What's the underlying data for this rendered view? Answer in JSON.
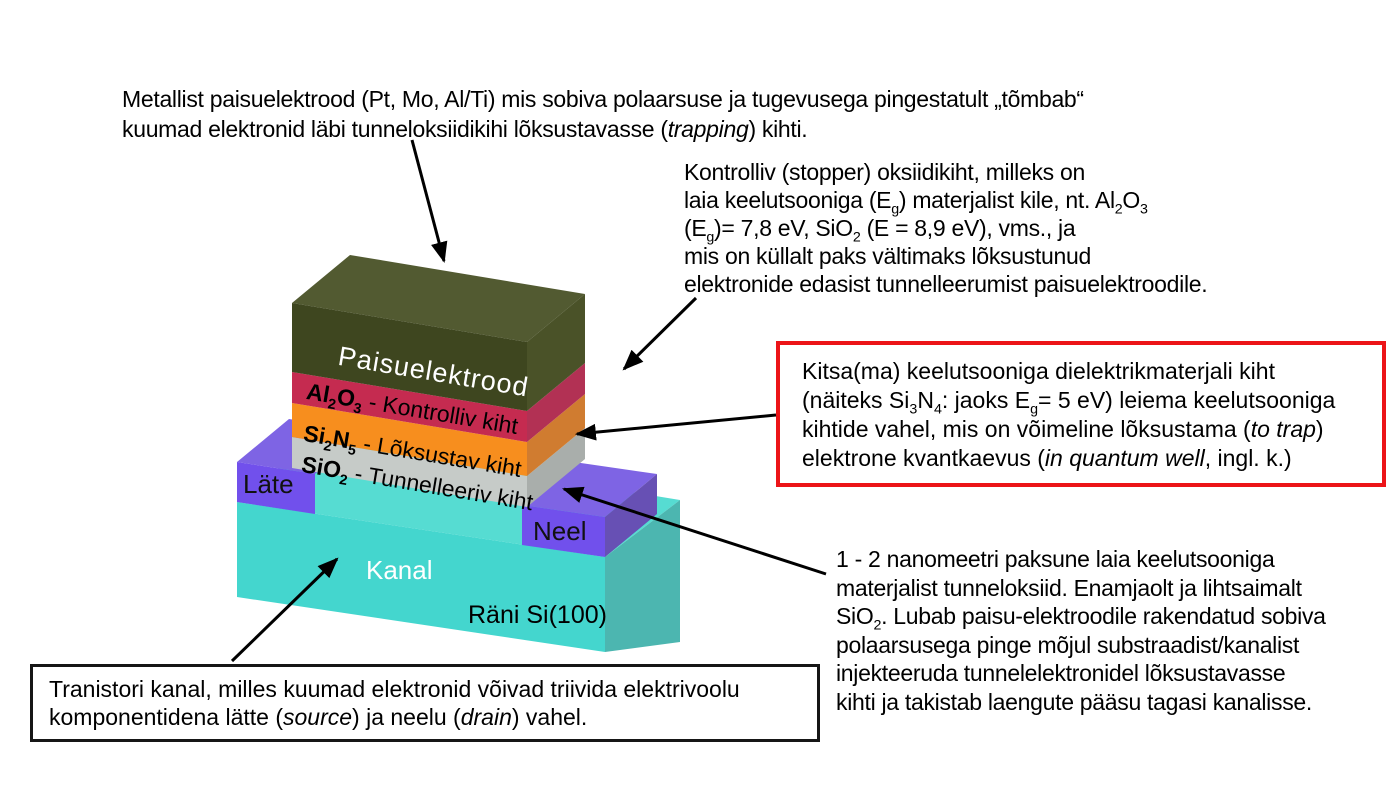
{
  "figure": {
    "notes": {
      "gate": {
        "lines": [
          [
            {
              "t": "Metallist paisuelektrood (Pt, Mo, Al/Ti) mis sobiva polaarsuse ja tugevusega pingestatult  „tõmbab“"
            }
          ],
          [
            {
              "t": "kuumad elektronid läbi tunneloksiidikihi  lõksustavasse ("
            },
            {
              "t": "trapping",
              "i": 1
            },
            {
              "t": ") kihti."
            }
          ]
        ]
      },
      "stopper": {
        "lines": [
          [
            {
              "t": "Kontrolliv (stopper) oksiidikiht, milleks on"
            }
          ],
          [
            {
              "t": "laia keelutsooniga (E"
            },
            {
              "t": "g",
              "s": 1
            },
            {
              "t": ") materjalist kile, nt. Al"
            },
            {
              "t": "2",
              "s": 1
            },
            {
              "t": "O"
            },
            {
              "t": "3",
              "s": 1
            }
          ],
          [
            {
              "t": "(E"
            },
            {
              "t": "g",
              "s": 1
            },
            {
              "t": ")= 7,8 eV, SiO"
            },
            {
              "t": "2",
              "s": 1
            },
            {
              "t": " (E = 8,9 eV), vms., ja"
            }
          ],
          [
            {
              "t": "mis on küllalt paks vältimaks lõksustunud"
            }
          ],
          [
            {
              "t": "elektronide edasist tunnelleerumist paisuelektroodile."
            }
          ]
        ]
      },
      "trap_box": {
        "lines": [
          [
            {
              "t": "Kitsa(ma) keelutsooniga dielektrikmaterjali  kiht"
            }
          ],
          [
            {
              "t": "(näiteks Si"
            },
            {
              "t": "3",
              "s": 1
            },
            {
              "t": "N"
            },
            {
              "t": "4",
              "s": 1
            },
            {
              "t": ":  jaoks E"
            },
            {
              "t": "g",
              "s": 1
            },
            {
              "t": "= 5 eV) leiema keelutsooniga"
            }
          ],
          [
            {
              "t": "kihtide  vahel, mis on võimeline lõksustama ("
            },
            {
              "t": "to trap",
              "i": 1
            },
            {
              "t": ")"
            }
          ],
          [
            {
              "t": "elektrone kvantkaevus ("
            },
            {
              "t": "in quantum well",
              "i": 1
            },
            {
              "t": ", ingl. k.)"
            }
          ]
        ]
      },
      "tunnel": {
        "lines": [
          [
            {
              "t": "1 - 2 nanomeetri paksune laia keelutsooniga"
            }
          ],
          [
            {
              "t": "materjalist tunneloksiid. Enamjaolt ja lihtsaimalt"
            }
          ],
          [
            {
              "t": "SiO"
            },
            {
              "t": "2",
              "s": 1
            },
            {
              "t": ". Lubab paisu-elektroodile  rakendatud sobiva"
            }
          ],
          [
            {
              "t": "polaarsusega  pinge mõjul  substraadist/kanalist"
            }
          ],
          [
            {
              "t": "injekteeruda tunnelelektronidel  lõksustavasse"
            }
          ],
          [
            {
              "t": "kihti  ja takistab laengute pääsu tagasi kanalisse."
            }
          ]
        ]
      },
      "channel_box": {
        "lines": [
          [
            {
              "t": "Tranistori kanal, milles  kuumad  elektronid võivad triivida elektrivoolu"
            }
          ],
          [
            {
              "t": "komponentidena  lätte ("
            },
            {
              "t": "source",
              "i": 1
            },
            {
              "t": ")  ja neelu ("
            },
            {
              "t": "drain",
              "i": 1
            },
            {
              "t": ") vahel."
            }
          ]
        ]
      }
    },
    "device": {
      "labels": {
        "gate": [
          {
            "t": "Paisuelektrood"
          }
        ],
        "control": [
          {
            "t": "Al",
            "b": 1
          },
          {
            "t": "2",
            "b": 1,
            "s": 1
          },
          {
            "t": "O",
            "b": 1
          },
          {
            "t": "3",
            "b": 1,
            "s": 1
          },
          {
            "t": " - Kontrolliv kiht"
          }
        ],
        "trap": [
          {
            "t": "Si",
            "b": 1
          },
          {
            "t": "2",
            "b": 1,
            "s": 1
          },
          {
            "t": "N",
            "b": 1
          },
          {
            "t": "5",
            "b": 1,
            "s": 1
          },
          {
            "t": " - Lõksustav kiht"
          }
        ],
        "tunnel_oxide": [
          {
            "t": "SiO",
            "b": 1
          },
          {
            "t": "2",
            "b": 1,
            "s": 1
          },
          {
            "t": " - Tunnelleeriv kiht"
          }
        ],
        "source": "Läte",
        "drain": "Neel",
        "channel": "Kanal",
        "substrate": "Räni Si(100)"
      },
      "colors": {
        "gate_top": "#525a31",
        "gate_front": "#3e461f",
        "gate_side": "#4a5228",
        "control_front": "#c52b50",
        "control_side": "#b23154",
        "trap_front": "#f78e1e",
        "trap_side": "#d07c30",
        "tunnel_front": "#c6cbc8",
        "tunnel_side": "#a9aeab",
        "pad_top": "#7e64e4",
        "pad_front": "#7150ec",
        "pad_side": "#6750b4",
        "sub_top": "#56dcd2",
        "sub_front": "#44d6ce",
        "sub_side": "#4cb6b0",
        "arrow": "#000000",
        "trap_box_border": "#ec1418",
        "channel_box_border": "#161616"
      }
    }
  }
}
